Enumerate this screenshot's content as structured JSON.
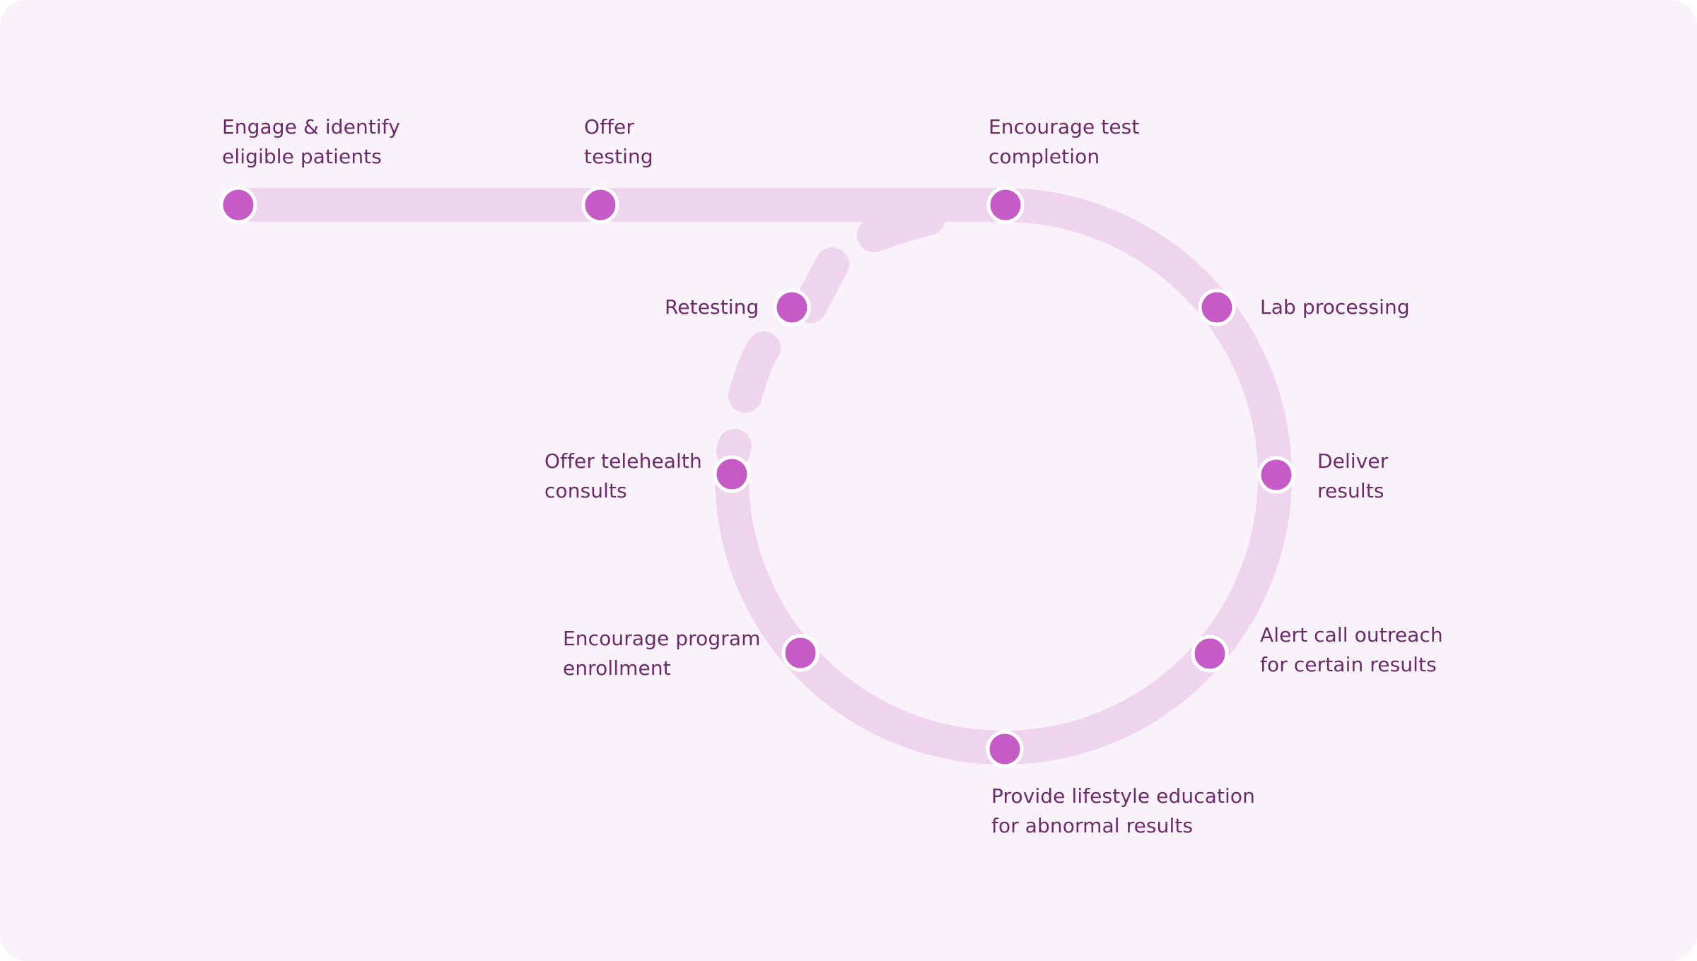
{
  "colors": {
    "background": "#faf2fa",
    "track": "#efd4ee",
    "node": "#c65ac6",
    "node_ring": "#ffffff",
    "label_text": "#6d2a6a"
  },
  "steps": [
    {
      "id": "engage",
      "label": "Engage & identify\neligible patients"
    },
    {
      "id": "offer-testing",
      "label": "Offer\ntesting"
    },
    {
      "id": "encourage-test-completion",
      "label": "Encourage test\ncompletion"
    },
    {
      "id": "lab-processing",
      "label": "Lab processing"
    },
    {
      "id": "deliver-results",
      "label": "Deliver\nresults"
    },
    {
      "id": "alert-call-outreach",
      "label": "Alert call outreach\nfor certain results"
    },
    {
      "id": "lifestyle-education",
      "label": "Provide lifestyle education\nfor abnormal results"
    },
    {
      "id": "program-enrollment",
      "label": "Encourage program\nenrollment"
    },
    {
      "id": "telehealth-consults",
      "label": "Offer telehealth\nconsults"
    },
    {
      "id": "retesting",
      "label": "Retesting"
    }
  ]
}
